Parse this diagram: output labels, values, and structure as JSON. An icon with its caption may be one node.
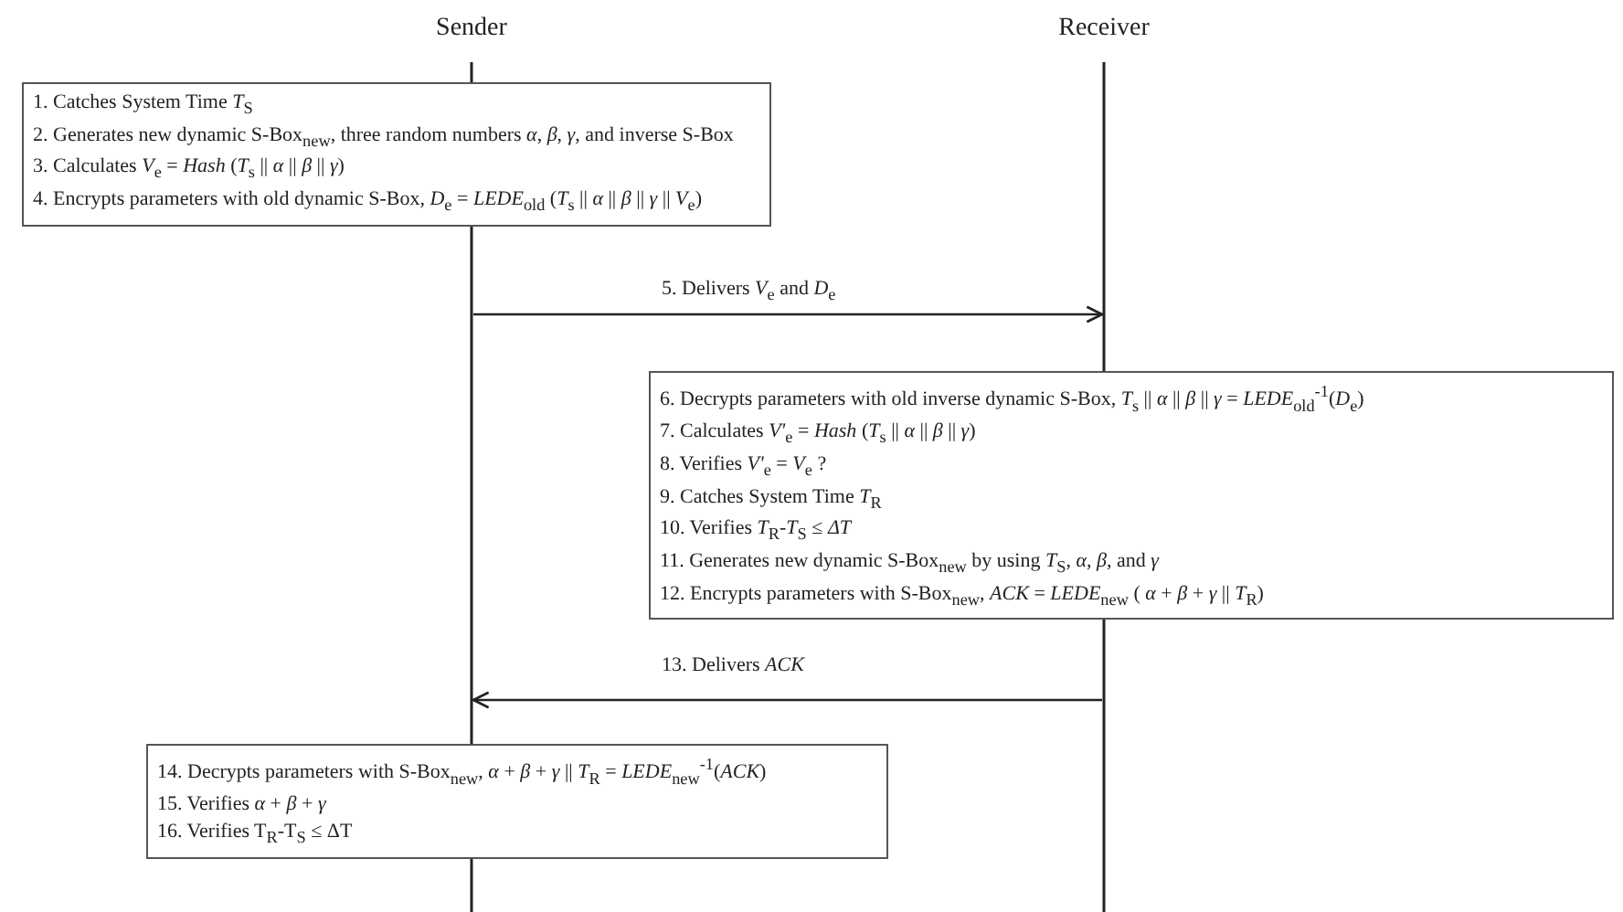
{
  "diagram": {
    "nodes": [
      {
        "text": [
          "Sender"
        ]
      },
      {
        "text": [
          "Receiver"
        ]
      },
      {
        "text": [
          "1. Catches System Time *T*$_{S}$",
          "2. Generates new dynamic S-Box$_{new}$, three random numbers *α*, *β*, *γ*, and inverse S-Box",
          "3. Calculates *V*$_{e}$ = *Hash* (*T*$_{s}$ || *α* || *β* || *γ*)",
          "4. Encrypts parameters with old dynamic S-Box, *D*$_{e}$ = *LEDE*$_{old}$ (*T*$_{s}$ || *α* || *β* || *γ* || *V*$_{e}$)"
        ]
      },
      {
        "text": [
          "6. Decrypts parameters with old inverse dynamic S-Box, *T*$_{s}$ || *α* || *β* || *γ* = *LEDE*$_{old}$$^{-1}$(*D*$_{e}$)",
          "7. Calculates *V'*$_{e}$ = *Hash* (*T*$_{s}$ || *α* || *β* || *γ*)",
          "8. Verifies *V'*$_{e}$ = *V*$_{e}$ ?",
          "9. Catches System Time *T*$_{R}$",
          "10. Verifies *T*$_{R}$-*T*$_{S}$ ≤ *ΔT*",
          "11. Generates new dynamic S-Box$_{new}$ by using *T*$_{S}$, *α*, *β*, and *γ*",
          "12. Encrypts parameters with S-Box$_{new}$, *ACK* = *LEDE*$_{new}$ ( *α* + *β* + *γ* || *T*$_{R}$)"
        ]
      },
      {
        "text": [
          "14. Decrypts parameters with S-Box$_{new}$, *α* + *β* + *γ* || *T*$_{R}$ = *LEDE*$_{new}$$^{-1}$(*ACK*)",
          "15. Verifies *α* + *β* + *γ*",
          "16. Verifies T$_{R}$-T$_{S}$ ≤ ΔT"
        ]
      }
    ],
    "edges": [
      {
        "from": 0,
        "to": 1,
        "arrow": "to",
        "label": "5. Delivers *V*$_{e}$ and *D*$_{e}$"
      },
      {
        "from": 1,
        "to": 0,
        "arrow": "to",
        "label": "13. Delivers *ACK*"
      }
    ]
  }
}
